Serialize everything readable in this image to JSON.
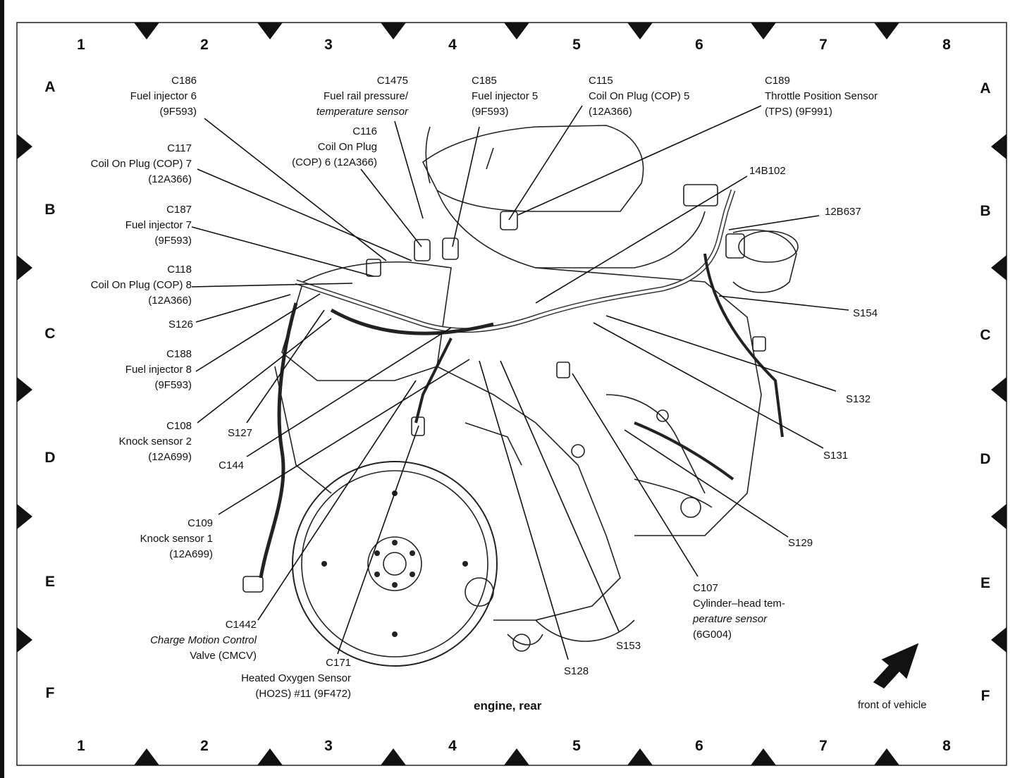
{
  "grid": {
    "cols": [
      "1",
      "2",
      "3",
      "4",
      "5",
      "6",
      "7",
      "8"
    ],
    "rows": [
      "A",
      "B",
      "C",
      "D",
      "E",
      "F"
    ]
  },
  "labels": {
    "c186": {
      "id": "C186",
      "name": "Fuel injector 6",
      "part": "(9F593)"
    },
    "c1475": {
      "id": "C1475",
      "name": "Fuel rail pressure/",
      "name2": "temperature sensor"
    },
    "c185": {
      "id": "C185",
      "name": "Fuel injector 5",
      "part": "(9F593)"
    },
    "c115": {
      "id": "C115",
      "name": "Coil On Plug (COP) 5",
      "part": "(12A366)"
    },
    "c189": {
      "id": "C189",
      "name": "Throttle Position Sensor",
      "part": "(TPS) (9F991)"
    },
    "c116": {
      "id": "C116",
      "name": "Coil On Plug",
      "part": "(COP) 6 (12A366)"
    },
    "c117": {
      "id": "C117",
      "name": "Coil On Plug (COP) 7",
      "part": "(12A366)"
    },
    "b14b102": "14B102",
    "c187": {
      "id": "C187",
      "name": "Fuel injector 7",
      "part": "(9F593)"
    },
    "b12b637": "12B637",
    "c118": {
      "id": "C118",
      "name": "Coil On Plug (COP) 8",
      "part": "(12A366)"
    },
    "s126": "S126",
    "s154": "S154",
    "c188": {
      "id": "C188",
      "name": "Fuel injector 8",
      "part": "(9F593)"
    },
    "s132": "S132",
    "c108": {
      "id": "C108",
      "name": "Knock sensor 2",
      "part": "(12A699)"
    },
    "s127": "S127",
    "c144": "C144",
    "s131": "S131",
    "c109": {
      "id": "C109",
      "name": "Knock sensor 1",
      "part": "(12A699)"
    },
    "s129": "S129",
    "c107": {
      "id": "C107",
      "name": "Cylinder–head tem-",
      "name2": "perature sensor",
      "part": "(6G004)"
    },
    "c1442": {
      "id": "C1442",
      "name": "Charge Motion Control",
      "part": "Valve (CMCV)"
    },
    "s153": "S153",
    "c171": {
      "id": "C171",
      "name": "Heated Oxygen Sensor",
      "part": "(HO2S) #11 (9F472)"
    },
    "s128": "S128"
  },
  "caption": "engine, rear",
  "front_of_vehicle": "front of vehicle"
}
